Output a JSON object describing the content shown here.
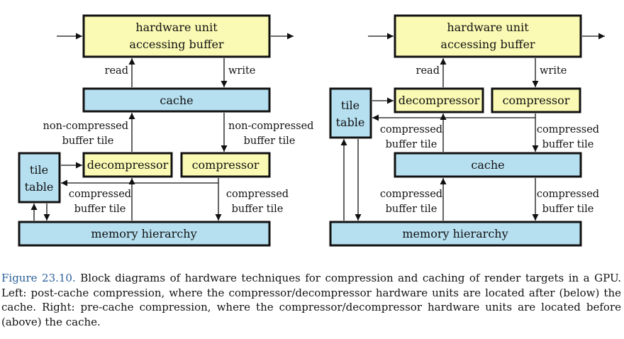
{
  "left": {
    "hw_unit": [
      "hardware unit",
      "accessing buffer"
    ],
    "read": "read",
    "write": "write",
    "cache": "cache",
    "noncomp_left": [
      "non-compressed",
      "buffer tile"
    ],
    "noncomp_right": [
      "non-compressed",
      "buffer tile"
    ],
    "tile_table": [
      "tile",
      "table"
    ],
    "decompressor": "decompressor",
    "compressor": "compressor",
    "comp_left": [
      "compressed",
      "buffer tile"
    ],
    "comp_right": [
      "compressed",
      "buffer tile"
    ],
    "memory": "memory hierarchy"
  },
  "right": {
    "hw_unit": [
      "hardware unit",
      "accessing buffer"
    ],
    "read": "read",
    "write": "write",
    "tile_table": [
      "tile",
      "table"
    ],
    "decompressor": "decompressor",
    "compressor": "compressor",
    "comp_upper_left": [
      "compressed",
      "buffer tile"
    ],
    "comp_upper_right": [
      "compressed",
      "buffer tile"
    ],
    "cache": "cache",
    "comp_lower_left": [
      "compressed",
      "buffer tile"
    ],
    "comp_lower_right": [
      "compressed",
      "buffer tile"
    ],
    "memory": "memory hierarchy"
  },
  "caption": {
    "label": "Figure 23.10.",
    "text": "Block diagrams of hardware techniques for compression and caching of render targets in a GPU. Left: post-cache compression, where the compressor/decompressor hardware units are located after (below) the cache. Right: pre-cache compression, where the compressor/decompressor hardware units are located before (above) the cache."
  },
  "colors": {
    "yellow_box": "#fafab4",
    "blue_box": "#b6dff0",
    "caption_label": "#2a5f98"
  }
}
